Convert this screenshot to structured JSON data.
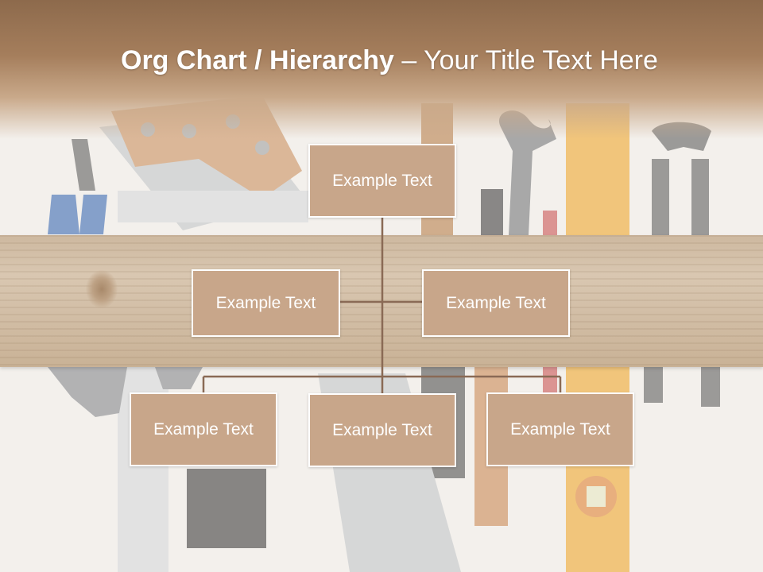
{
  "title": {
    "bold": "Org Chart / Hierarchy",
    "dash": " – ",
    "rest": "Your Title Text Here"
  },
  "nodes": {
    "top": "Example Text",
    "mid_left": "Example Text",
    "mid_right": "Example Text",
    "bottom_left": "Example Text",
    "bottom_center": "Example Text",
    "bottom_right": "Example Text"
  },
  "colors": {
    "node_fill": "#c8a68a",
    "node_border": "#ffffff",
    "connector": "#8a6a55",
    "header": "#a57e5c"
  },
  "icons": [
    "hand-saw-icon",
    "pliers-icon",
    "wrench-icon",
    "hammer-icon",
    "spirit-level-icon",
    "pincers-icon",
    "ruler-icon",
    "paintbrush-icon",
    "circular-saw-blade-icon",
    "chisel-icon"
  ]
}
